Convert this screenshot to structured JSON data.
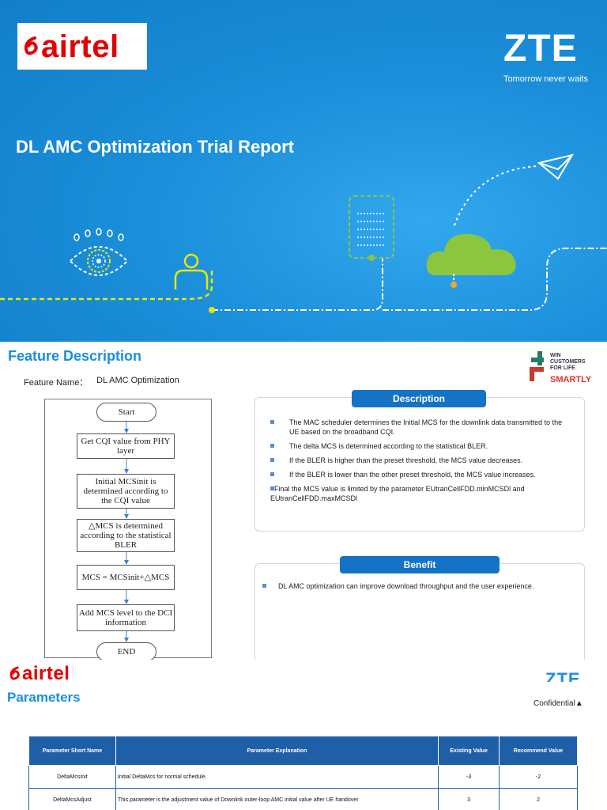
{
  "cover": {
    "brand_left": "airtel",
    "brand_right": "ZTE",
    "tagline": "Tomorrow never waits",
    "title": "DL AMC Optimization Trial Report",
    "colors": {
      "background": "#1a8fdc",
      "accent_green": "#8cc63f",
      "accent_yellow": "#e8e800",
      "airtel_red": "#e40000"
    }
  },
  "feature": {
    "heading": "Feature Description",
    "badge": {
      "line1": "WIN",
      "line2": "CUSTOMERS",
      "line3": "FOR LIFE",
      "line4": "SMARTLY"
    },
    "name_label": "Feature Name：",
    "name_value": "DL AMC Optimization",
    "flowchart": {
      "start": "Start",
      "steps": [
        "Get CQI value from PHY layer",
        "Initial MCSinit is determined according to the CQI value",
        "△MCS is determined according to the statistical BLER",
        "MCS = MCSinit+△MCS",
        "Add MCS  level to the DCI information"
      ],
      "end": "END"
    },
    "description": {
      "title": "Description",
      "bullets": [
        "The MAC scheduler determines the Initial MCS for the downlink data transmitted to the UE based on the broadband CQI.",
        "The delta MCS is determined according to the statistical BLER.",
        "If the BLER is higher than the preset threshold, the MCS value decreases.",
        "If the BLER is lower than the other preset threshold, the MCS value increases.",
        "Final the MCS value is limited by the parameter EUtranCellFDD.minMCSDl and EUtranCellFDD.maxMCSDl"
      ]
    },
    "benefit": {
      "title": "Benefit",
      "bullets": [
        "DL AMC optimization can improve download throughput and the user experience."
      ]
    }
  },
  "parameters": {
    "brand_left": "airtel",
    "brand_right": "ZTE",
    "heading": "Parameters",
    "confidential": "Confidential▲",
    "table": {
      "headers": [
        "Parameter Short Name",
        "Parameter Explanation",
        "Existing Value",
        "Recommend Value"
      ],
      "rows": [
        [
          "DeltaMcsInit",
          "Initial DeltaMcs for normal schedule.",
          "-3",
          "-2"
        ],
        [
          "DeltaMcsAdjust",
          "This parameter is the adjustment value of Downlink outer-loop AMC initial value after UE handover",
          "3",
          "2"
        ]
      ]
    }
  }
}
